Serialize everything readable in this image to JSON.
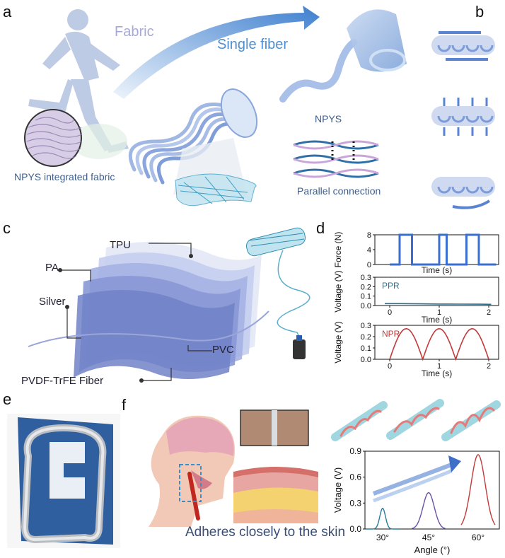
{
  "panels": {
    "a": "a",
    "b": "b",
    "c": "c",
    "d": "d",
    "e": "e",
    "f": "f"
  },
  "panel_a": {
    "fabric": "Fabric",
    "single_fiber": "Single fiber",
    "npys": "NPYS",
    "integrated": "NPYS integrated fabric",
    "parallel": "Parallel connection"
  },
  "panel_c": {
    "tpu": "TPU",
    "pa": "PA",
    "silver": "Silver",
    "pvc": "PVC",
    "pvdf": "PVDF-TrFE Fiber"
  },
  "panel_f": {
    "caption": "Adheres closely to the skin"
  },
  "colors": {
    "force": "#3a6fd0",
    "ppr": "#2a6f8f",
    "npr": "#c23a3a",
    "accent": "#4f8fcf"
  },
  "chart_data": [
    {
      "type": "line",
      "series": [
        {
          "name": "",
          "values": [
            0,
            0,
            8,
            8,
            0,
            0,
            8,
            8,
            0,
            0,
            8,
            8,
            0,
            0
          ]
        }
      ],
      "x": [
        0,
        0.2,
        0.2,
        0.45,
        0.45,
        1.0,
        1.0,
        1.15,
        1.15,
        1.55,
        1.55,
        1.8,
        1.8,
        2.15
      ],
      "xlabel": "Time (s)",
      "ylabel": "Force (N)",
      "yticks": [
        "0",
        "4",
        "8"
      ],
      "ylim": [
        0,
        8
      ],
      "xlim": [
        -0.3,
        2.2
      ]
    },
    {
      "type": "line",
      "series": [
        {
          "name": "PPR",
          "values": [
            0.02,
            0.02,
            0.018,
            0.016,
            0.015,
            0.014,
            0.013
          ]
        }
      ],
      "x": [
        -0.1,
        0.2,
        0.6,
        1.0,
        1.4,
        1.8,
        2.05
      ],
      "xlabel": "Time (s)",
      "ylabel": "Voltage (V)",
      "yticks": [
        "0.0",
        "0.1",
        "0.2",
        "0.3"
      ],
      "xticks": [
        "0",
        "1",
        "2"
      ],
      "ylim": [
        0,
        0.3
      ],
      "xlim": [
        -0.3,
        2.2
      ]
    },
    {
      "type": "line",
      "series": [
        {
          "name": "NPR",
          "values": [
            0,
            0.27,
            0,
            0.27,
            0,
            0.27,
            0
          ]
        }
      ],
      "x": [
        0,
        0.33,
        0.66,
        1.0,
        1.33,
        1.66,
        2.0
      ],
      "xlabel": "Time (s)",
      "ylabel": "Voltage (V)",
      "yticks": [
        "0.0",
        "0.1",
        "0.2",
        "0.3"
      ],
      "xticks": [
        "0",
        "1",
        "2"
      ],
      "ylim": [
        0,
        0.3
      ],
      "xlim": [
        -0.3,
        2.2
      ]
    },
    {
      "type": "line",
      "categories": [
        "30°",
        "45°",
        "60°"
      ],
      "peaks": [
        0.24,
        0.42,
        0.86
      ],
      "series": [
        {
          "name": "",
          "values": [
            0.24,
            0.42,
            0.86
          ]
        }
      ],
      "xlabel": "Angle (°)",
      "ylabel": "Voltage (V)",
      "yticks": [
        "0.0",
        "0.3",
        "0.6",
        "0.9"
      ],
      "ylim": [
        0,
        0.9
      ]
    }
  ]
}
